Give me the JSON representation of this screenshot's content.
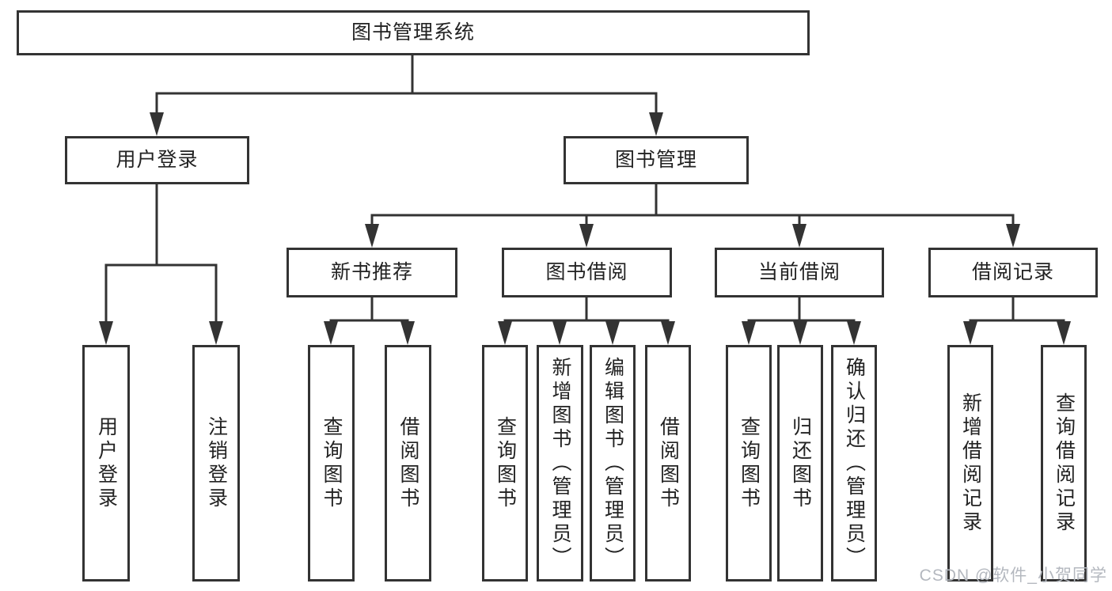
{
  "page": {
    "background_color": "#ffffff",
    "line_color": "#333333",
    "text_color": "#222222"
  },
  "watermark": {
    "text": "CSDN @软件_小贺同学",
    "color": "#b4b8bf"
  },
  "tree": {
    "root": {
      "label": "图书管理系统",
      "children": [
        {
          "label": "用户登录",
          "children": [
            {
              "label": "用户登录"
            },
            {
              "label": "注销登录"
            }
          ]
        },
        {
          "label": "图书管理",
          "children": [
            {
              "label": "新书推荐",
              "children": [
                {
                  "label": "查询图书"
                },
                {
                  "label": "借阅图书"
                }
              ]
            },
            {
              "label": "图书借阅",
              "children": [
                {
                  "label": "查询图书"
                },
                {
                  "label": "新增图书（管理员）"
                },
                {
                  "label": "编辑图书（管理员）"
                },
                {
                  "label": "借阅图书"
                }
              ]
            },
            {
              "label": "当前借阅",
              "children": [
                {
                  "label": "查询图书"
                },
                {
                  "label": "归还图书"
                },
                {
                  "label": "确认归还（管理员）"
                }
              ]
            },
            {
              "label": "借阅记录",
              "children": [
                {
                  "label": "新增借阅记录"
                },
                {
                  "label": "查询借阅记录"
                }
              ]
            }
          ]
        }
      ]
    }
  }
}
